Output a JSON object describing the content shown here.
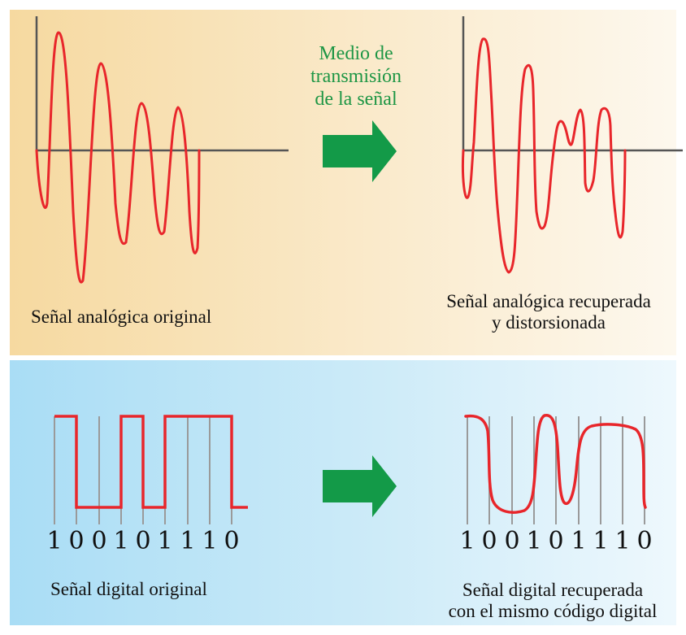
{
  "panels": {
    "analog": {
      "original_label": "Señal analógica original",
      "recovered_label_line1": "Señal analógica recuperada",
      "recovered_label_line2": "y distorsionada"
    },
    "digital": {
      "original_label": "Señal digital original",
      "recovered_label_line1": "Señal digital recuperada",
      "recovered_label_line2": "con el mismo código digital",
      "bits": [
        "1",
        "0",
        "0",
        "1",
        "0",
        "1",
        "1",
        "1",
        "0"
      ]
    }
  },
  "arrow": {
    "caption_line1": "Medio de",
    "caption_line2": "transmisión",
    "caption_line3": "de la señal"
  },
  "colors": {
    "signal": "#e8262b",
    "arrow": "#139a48",
    "caption": "#1e9645",
    "axis": "#555555",
    "top_bg_left": "#f6d9a0",
    "top_bg_right": "#fdf8ee",
    "bottom_bg_left": "#a9ddf5",
    "bottom_bg_right": "#eef8fd"
  }
}
